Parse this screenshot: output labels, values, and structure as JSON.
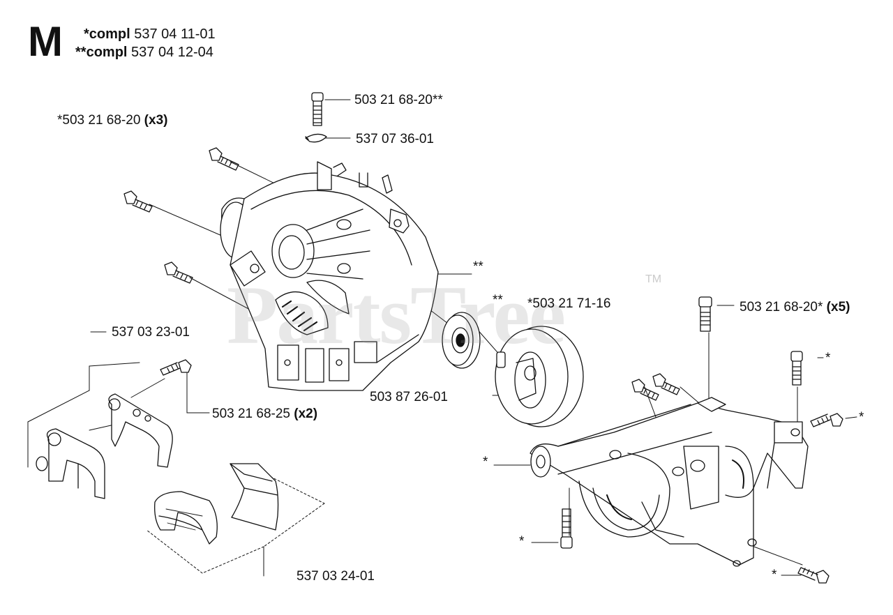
{
  "header": {
    "section_letter": "M",
    "compl_1_prefix": "*compl",
    "compl_1_number": "537 04 11-01",
    "compl_2_prefix": "**compl",
    "compl_2_number": "537 04 12-04"
  },
  "watermark": {
    "text": "PartsTree",
    "tm": "TM"
  },
  "parts": {
    "screw_top": "503 21 68-20**",
    "clip": "537 07 36-01",
    "screws_left": "*503 21 68-20",
    "screws_left_qty": "(x3)",
    "bearing_mark": "**",
    "bearing_mark_2": "**",
    "drum": "*503 21 71-16",
    "screws_right": "503 21 68-20*",
    "screws_right_qty": "(x5)",
    "clamp_upper": "537 03 23-01",
    "screws_clamp": "503 21 68-25",
    "screws_clamp_qty": "(x2)",
    "bearing": "503 87 26-01",
    "clamp_lower": "537 03 24-01",
    "star_1": "*",
    "star_2": "*",
    "star_3": "*",
    "star_4": "*",
    "star_5": "*"
  },
  "colors": {
    "line": "#111111",
    "watermark": "#9a9a9a"
  }
}
